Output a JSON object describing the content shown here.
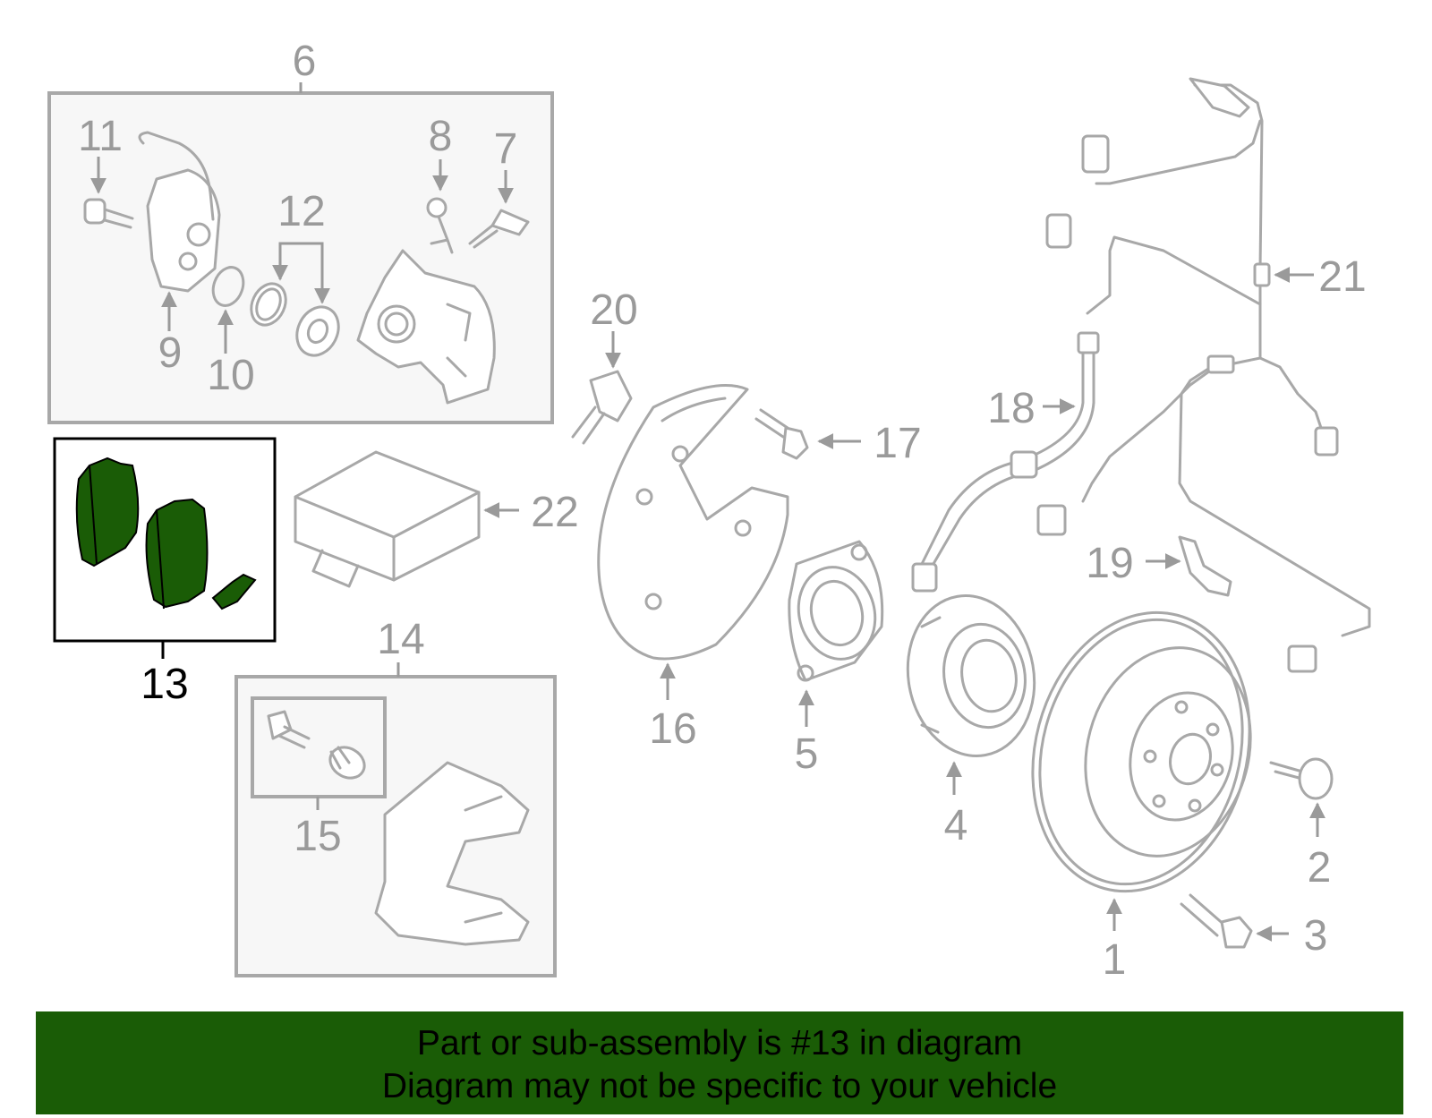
{
  "labels": {
    "p1": "1",
    "p2": "2",
    "p3": "3",
    "p4": "4",
    "p5": "5",
    "p6": "6",
    "p7": "7",
    "p8": "8",
    "p9": "9",
    "p10": "10",
    "p11": "11",
    "p12": "12",
    "p13": "13",
    "p14": "14",
    "p15": "15",
    "p16": "16",
    "p17": "17",
    "p18": "18",
    "p19": "19",
    "p20": "20",
    "p21": "21",
    "p22": "22"
  },
  "highlight": {
    "part": "13",
    "color": "#1a5c06"
  },
  "banner": {
    "line1": "Part or sub-assembly is #13 in diagram",
    "line2": "Diagram may not be specific to your vehicle",
    "background": "#1a5c06"
  }
}
